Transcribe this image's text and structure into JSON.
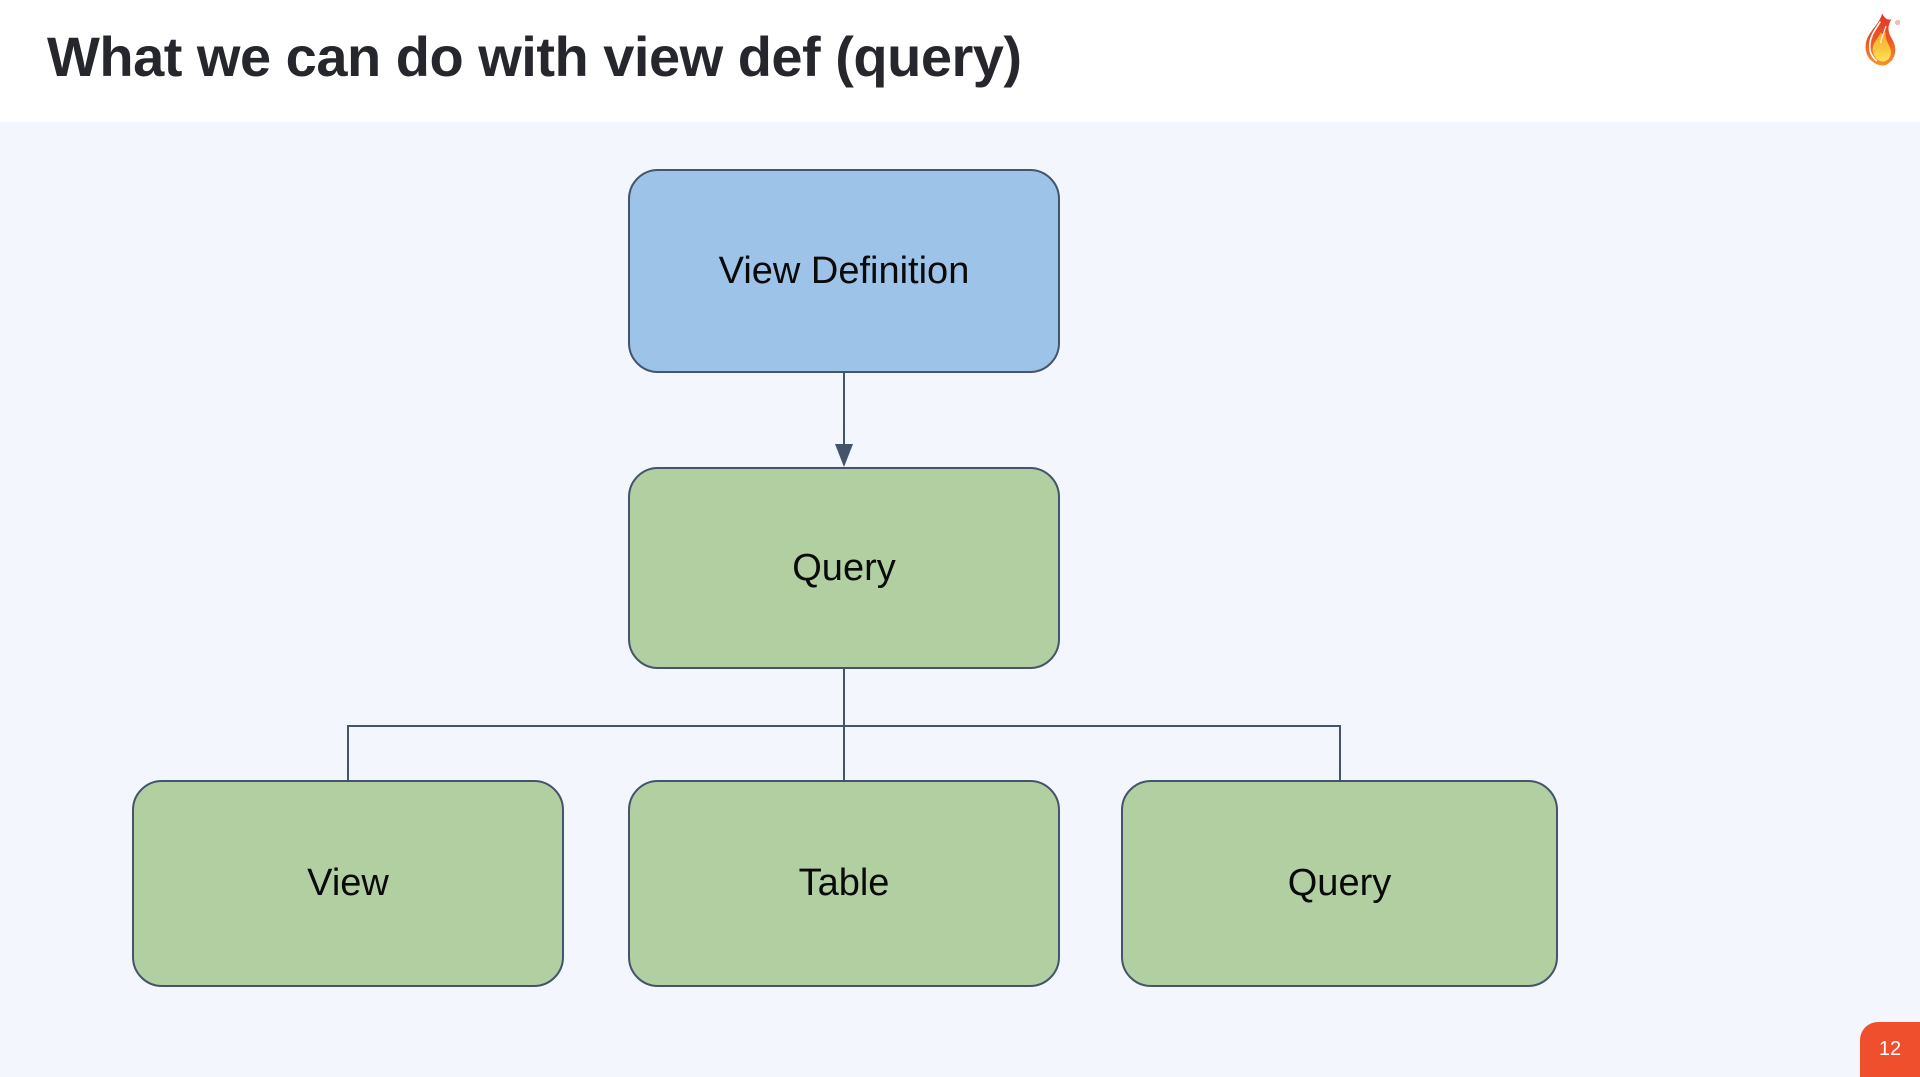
{
  "header": {
    "title": "What we can do with view def (query)",
    "logo": {
      "icon": "flame-logo-icon",
      "registered_mark": "®"
    }
  },
  "diagram": {
    "nodes": [
      {
        "id": "view-definition",
        "label": "View Definition",
        "fill": "#9dc3e8"
      },
      {
        "id": "query",
        "label": "Query",
        "fill": "#b2cfa2"
      },
      {
        "id": "view",
        "label": "View",
        "fill": "#b2cfa2"
      },
      {
        "id": "table",
        "label": "Table",
        "fill": "#b2cfa2"
      },
      {
        "id": "query-child",
        "label": "Query",
        "fill": "#b2cfa2"
      }
    ],
    "edges": [
      {
        "from": "view-definition",
        "to": "query",
        "arrow": true
      },
      {
        "from": "query",
        "to": "view",
        "arrow": false
      },
      {
        "from": "query",
        "to": "table",
        "arrow": false
      },
      {
        "from": "query",
        "to": "query-child",
        "arrow": false
      }
    ]
  },
  "footer": {
    "page_number": "12"
  },
  "colors": {
    "background": "#f3f6fc",
    "header_background": "#ffffff",
    "node_blue": "#9dc3e8",
    "node_green": "#b2cfa2",
    "outline": "#44546a",
    "page_badge": "#f04f2e",
    "title_text": "#26272c"
  }
}
